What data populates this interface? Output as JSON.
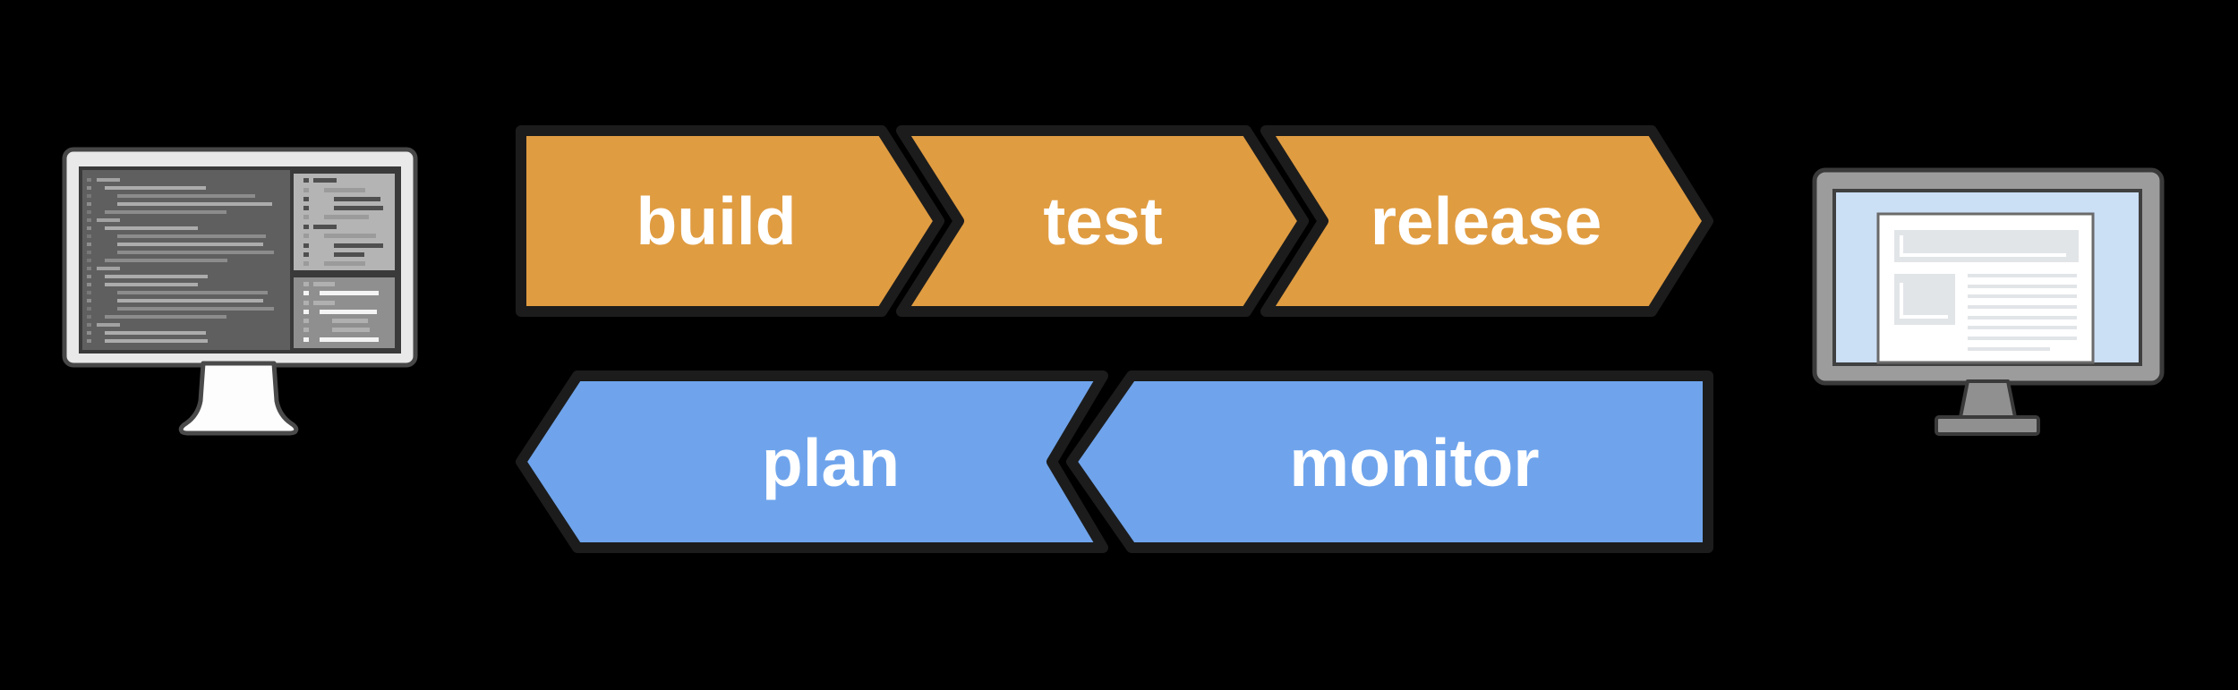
{
  "background_color": "#000000",
  "pipeline": {
    "outline_color": "#1C1C1C",
    "label_color": "#FFFFFF",
    "rows": [
      {
        "id": "delivery",
        "direction": "right",
        "color": "#E09C41",
        "steps": [
          {
            "label": "build"
          },
          {
            "label": "test"
          },
          {
            "label": "release"
          }
        ]
      },
      {
        "id": "feedback",
        "direction": "left",
        "color": "#6FA4EC",
        "steps": [
          {
            "label": "plan"
          },
          {
            "label": "monitor"
          }
        ]
      }
    ]
  },
  "icons": {
    "left": {
      "name": "code-editor-monitor-icon"
    },
    "right": {
      "name": "website-monitor-icon"
    }
  }
}
